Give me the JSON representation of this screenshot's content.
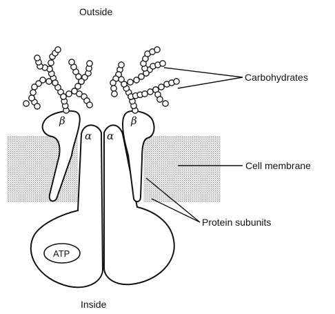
{
  "labels": {
    "outside": "Outside",
    "inside": "Inside",
    "carbohydrates": "Carbohydrates",
    "cell_membrane": "Cell membrane",
    "protein_subunits": "Protein subunits",
    "atp": "ATP"
  },
  "subunits": {
    "alpha": "α",
    "beta": "β"
  }
}
